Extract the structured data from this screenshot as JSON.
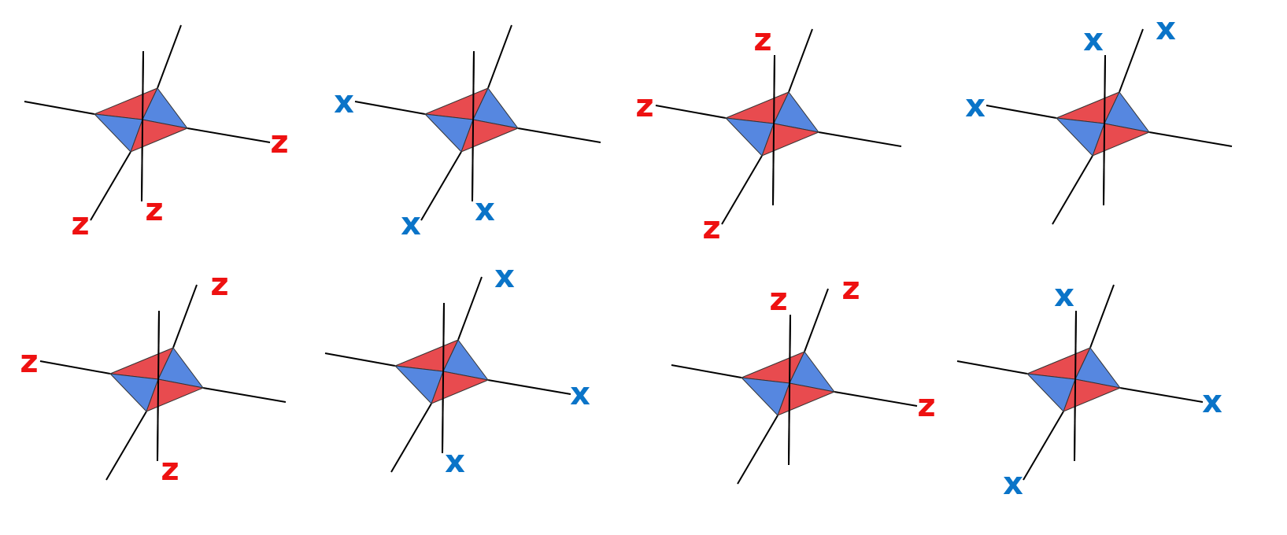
{
  "colors": {
    "red": "#e84b4f",
    "blue": "#5687e0",
    "z_label": "#ee1111",
    "x_label": "#0a74c8"
  },
  "panels": [
    {
      "id": "panel-1",
      "labels": [
        {
          "axis": "right",
          "text": "z",
          "kind": "z"
        },
        {
          "axis": "lower-left",
          "text": "z",
          "kind": "z"
        },
        {
          "axis": "down",
          "text": "z",
          "kind": "z"
        }
      ]
    },
    {
      "id": "panel-2",
      "labels": [
        {
          "axis": "left",
          "text": "x",
          "kind": "x"
        },
        {
          "axis": "lower-left",
          "text": "x",
          "kind": "x"
        },
        {
          "axis": "down",
          "text": "x",
          "kind": "x"
        }
      ]
    },
    {
      "id": "panel-3",
      "labels": [
        {
          "axis": "up",
          "text": "z",
          "kind": "z"
        },
        {
          "axis": "left",
          "text": "z",
          "kind": "z"
        },
        {
          "axis": "lower-left",
          "text": "z",
          "kind": "z"
        }
      ]
    },
    {
      "id": "panel-4",
      "labels": [
        {
          "axis": "up",
          "text": "x",
          "kind": "x"
        },
        {
          "axis": "upper-right",
          "text": "x",
          "kind": "x"
        },
        {
          "axis": "left",
          "text": "x",
          "kind": "x"
        }
      ]
    },
    {
      "id": "panel-5",
      "labels": [
        {
          "axis": "upper-right",
          "text": "z",
          "kind": "z"
        },
        {
          "axis": "left",
          "text": "z",
          "kind": "z"
        },
        {
          "axis": "down",
          "text": "z",
          "kind": "z"
        }
      ]
    },
    {
      "id": "panel-6",
      "labels": [
        {
          "axis": "upper-right",
          "text": "x",
          "kind": "x"
        },
        {
          "axis": "right",
          "text": "x",
          "kind": "x"
        },
        {
          "axis": "down",
          "text": "x",
          "kind": "x"
        }
      ]
    },
    {
      "id": "panel-7",
      "labels": [
        {
          "axis": "up",
          "text": "z",
          "kind": "z"
        },
        {
          "axis": "upper-right",
          "text": "z",
          "kind": "z"
        },
        {
          "axis": "right",
          "text": "z",
          "kind": "z"
        }
      ]
    },
    {
      "id": "panel-8",
      "labels": [
        {
          "axis": "up",
          "text": "x",
          "kind": "x"
        },
        {
          "axis": "right",
          "text": "x",
          "kind": "x"
        },
        {
          "axis": "lower-left",
          "text": "x",
          "kind": "x"
        }
      ]
    }
  ]
}
